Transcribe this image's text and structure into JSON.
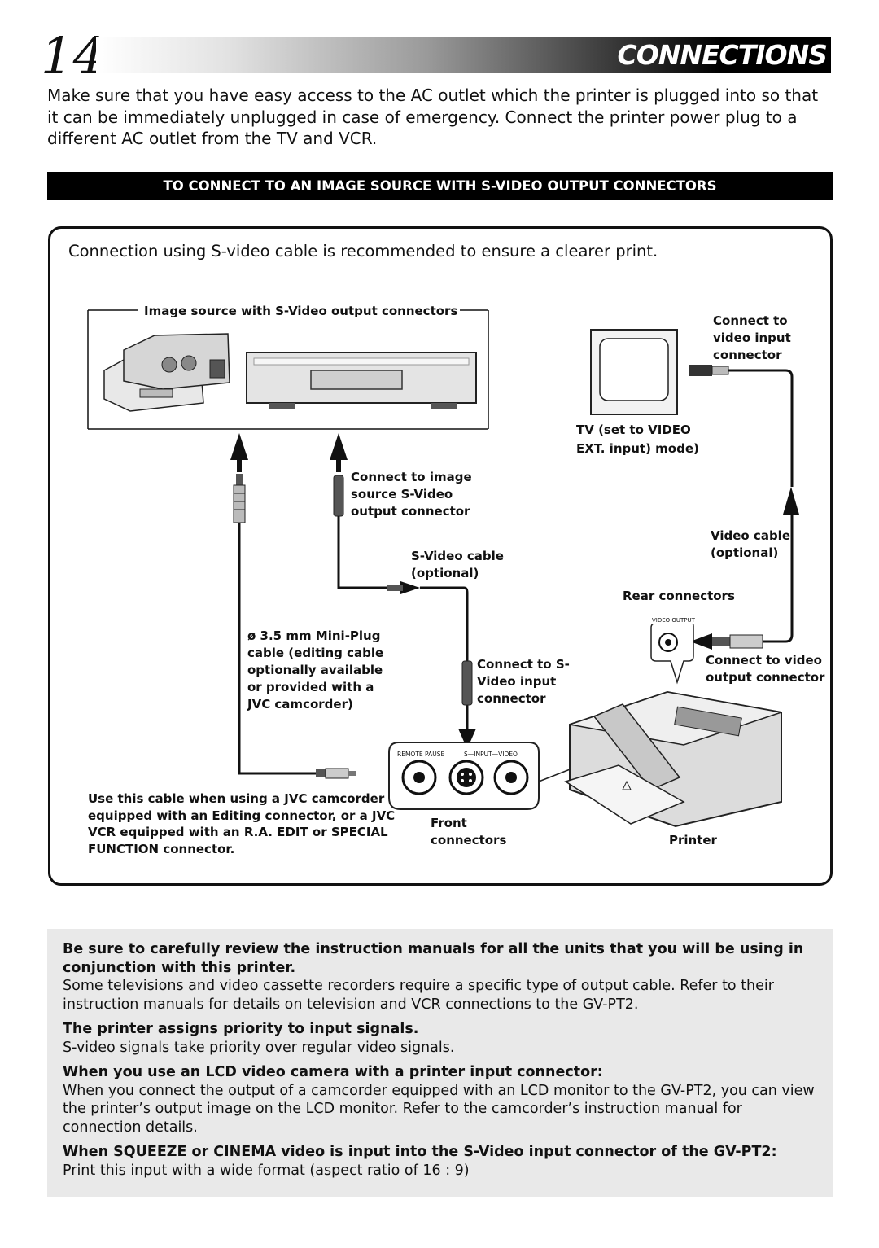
{
  "header": {
    "page_number": "14",
    "title": "CONNECTIONS"
  },
  "intro": "Make sure that you have easy access to the AC outlet which the printer is plugged into so that it can be immediately unplugged in case of emergency. Connect the printer power plug to a different AC outlet from the TV and VCR.",
  "section_heading": "TO CONNECT TO AN IMAGE SOURCE WITH S-VIDEO OUTPUT CONNECTORS",
  "diagram": {
    "intro": "Connection using S-video cable is recommended to ensure a clearer print.",
    "image_source_label": "Image source with S-Video output connectors",
    "tv_connect_label": [
      "Connect to",
      "video input",
      "connector"
    ],
    "tv_label": [
      "TV (set to VIDEO",
      "EXT. input) mode)"
    ],
    "source_connect_label": [
      "Connect to image",
      "source S-Video",
      "output connector"
    ],
    "video_cable_label": [
      "Video cable",
      "(optional)"
    ],
    "svideo_cable_label": [
      "S-Video cable",
      "(optional)"
    ],
    "rear_connectors_label": "Rear connectors",
    "video_output_tag": "VIDEO OUTPUT",
    "miniplug_label": [
      "ø 3.5 mm Mini-Plug",
      "cable (editing cable",
      "optionally available",
      "or provided with a",
      "JVC camcorder)"
    ],
    "connect_svideo_label": [
      "Connect to S-",
      "Video input",
      "connector"
    ],
    "connect_video_output_label": [
      "Connect to video",
      "output connector"
    ],
    "panel_tags": {
      "remote_pause": "REMOTE PAUSE",
      "input": "S—INPUT—VIDEO"
    },
    "cable_note": [
      "Use this cable when using a JVC camcorder",
      "equipped with an Editing connector, or a JVC",
      "VCR equipped with an R.A. EDIT or SPECIAL",
      "FUNCTION connector."
    ],
    "front_connectors_label": [
      "Front",
      "connectors"
    ],
    "printer_label": "Printer"
  },
  "notes": {
    "n1_title": "Be sure to carefully review the instruction manuals for all the units that you will be using in conjunction with this printer.",
    "n1_body": "Some televisions and video cassette recorders require a specific type of output cable. Refer to their instruction manuals for details on television and VCR connections to the GV-PT2.",
    "n2_title": "The printer assigns priority to input signals.",
    "n2_body": "S-video signals take priority over regular video signals.",
    "n3_title": "When you use an LCD video camera with a printer input connector:",
    "n3_body": "When you connect the output of a camcorder equipped with an LCD monitor to the GV-PT2, you can view the printer’s output image on the LCD monitor. Refer to the camcorder’s instruction manual for connection details.",
    "n4_title": "When SQUEEZE or CINEMA video is input into the S-Video input connector of the GV-PT2:",
    "n4_body": "Print this input with a wide format (aspect ratio of 16 : 9)"
  }
}
